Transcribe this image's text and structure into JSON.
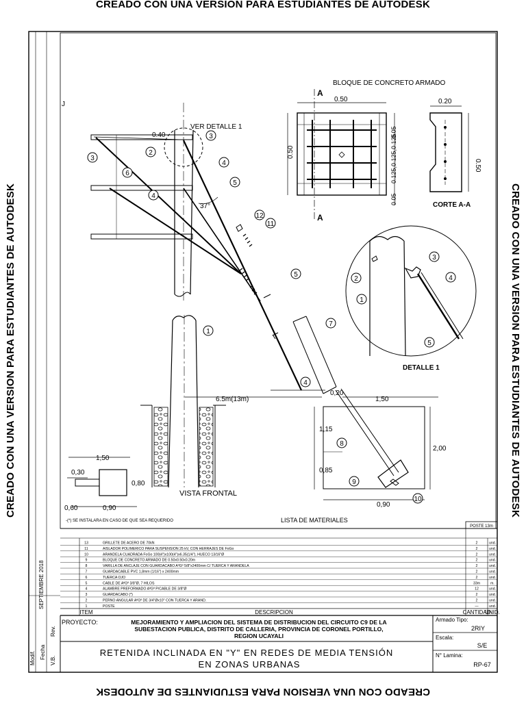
{
  "watermark": "CREADO CON UNA VERSION PARA ESTUDIANTES DE AUTODESK",
  "drawing": {
    "bloque_title": "BLOQUE DE CONCRETO ARMADO",
    "corte_label": "CORTE A-A",
    "ver_detalle": "VER DETALLE 1",
    "detalle_label": "DETALLE 1",
    "vista_frontal": "VISTA FRONTAL",
    "section_mark": "A",
    "dims": {
      "d050_top": "0.50",
      "d050_left": "0.50",
      "d050_side": "0.50",
      "d020_top": "0.20",
      "d005_a": "0.05",
      "d0125": "0.125,0.125,0.125",
      "d005_b": "0.05",
      "d040": "0.40",
      "angle": "37°",
      "d65m": "6.5m(13m)",
      "d020_b": "0,20",
      "d150_a": "1,50",
      "d115": "1,15",
      "d200": "2,00",
      "d085": "0,85",
      "d090_a": "0,90",
      "d150_b": "1,50",
      "d030": "0,30",
      "d080": "0,80",
      "d060": "0,60",
      "d090_b": "0,90"
    }
  },
  "materials": {
    "note": "-(*) SE INSTALARA EN CASO DE QUE SEA REQUERIDO",
    "title": "LISTA DE MATERIALES",
    "poste_header": "POSTE 13m",
    "col_item": "ITEM",
    "col_desc": "DESCRIPCION",
    "col_cant": "CANTIDAD",
    "col_unid": "UNID.",
    "rows": [
      {
        "item": "13",
        "desc": "GRILLETE DE ACERO DE 70kN",
        "cant": "2",
        "unid": "und."
      },
      {
        "item": "11",
        "desc": "AISLADOR POLIMERICO PARA SUSPENSION 25 kV, CON HERRAJES DE FoGo",
        "cant": "2",
        "unid": "und."
      },
      {
        "item": "10",
        "desc": "ARANDELA CUADRADA FoGo 100(4\")x100(4\")x6.35(1/4\"), HUECO 13/16\"Ø",
        "cant": "2",
        "unid": "und."
      },
      {
        "item": "9",
        "desc": "BLOQUE DE CONCRETO ARMADO DE 0.50x0.50x0.20m",
        "cant": "2",
        "unid": "und."
      },
      {
        "item": "8",
        "desc": "VARILLA DE ANCLAJE CON GUARDACABO AºGº 5/8\"x2400mm C/ TUERCA Y ARANDELA",
        "cant": "2",
        "unid": "und."
      },
      {
        "item": "7",
        "desc": "GUARDACABLE PVC 1,8mm (1/16\") x 2400mm",
        "cant": "2",
        "unid": "und."
      },
      {
        "item": "6",
        "desc": "TUERCA OJO",
        "cant": "2",
        "unid": "und."
      },
      {
        "item": "5",
        "desc": "CABLE DE AºGº 3/8\"Ø, 7 HILOS",
        "cant": "33m",
        "unid": "m."
      },
      {
        "item": "4",
        "desc": "ALAMBRE PREFORMADO AºGº P/CABLE DE 3/8\"Ø",
        "cant": "12",
        "unid": "und."
      },
      {
        "item": "3",
        "desc": "GUARDACABO (*)",
        "cant": "2",
        "unid": "und."
      },
      {
        "item": "2",
        "desc": "PERNO ANGULAR AºGº DE 3/4\"Øx10\" CON TUERCA Y ARAND.",
        "cant": "2",
        "unid": "und."
      },
      {
        "item": "1",
        "desc": "POSTE",
        "cant": "—",
        "unid": "und."
      }
    ]
  },
  "titleblock": {
    "date": "SEPTIEMBRE 2018",
    "rev_label": "Rev.",
    "fecha_label": "Fecha",
    "modif_label": "Modif.",
    "vb_label": "V.B.",
    "proyecto_label": "PROYECTO:",
    "proyecto_lines": [
      "MEJORAMIENTO Y AMPLIACION DEL SISTEMA DE DISTRIBUCION DEL CIRCUITO C9 DE LA",
      "SUBESTACION PUBLICA, DISTRITO DE CALLERIA, PROVINCIA DE CORONEL PORTILLO,",
      "REGION UCAYALI"
    ],
    "drawing_title_1": "RETENIDA INCLINADA EN \"Y\" EN REDES DE MEDIA TENSIÓN",
    "drawing_title_2": "EN ZONAS URBANAS",
    "armado_label": "Armado Tipo:",
    "armado_value": "2RIY",
    "escala_label": "Escala:",
    "escala_value": "S/E",
    "lamina_label": "N° Lamina:",
    "lamina_value": "RP-67"
  }
}
